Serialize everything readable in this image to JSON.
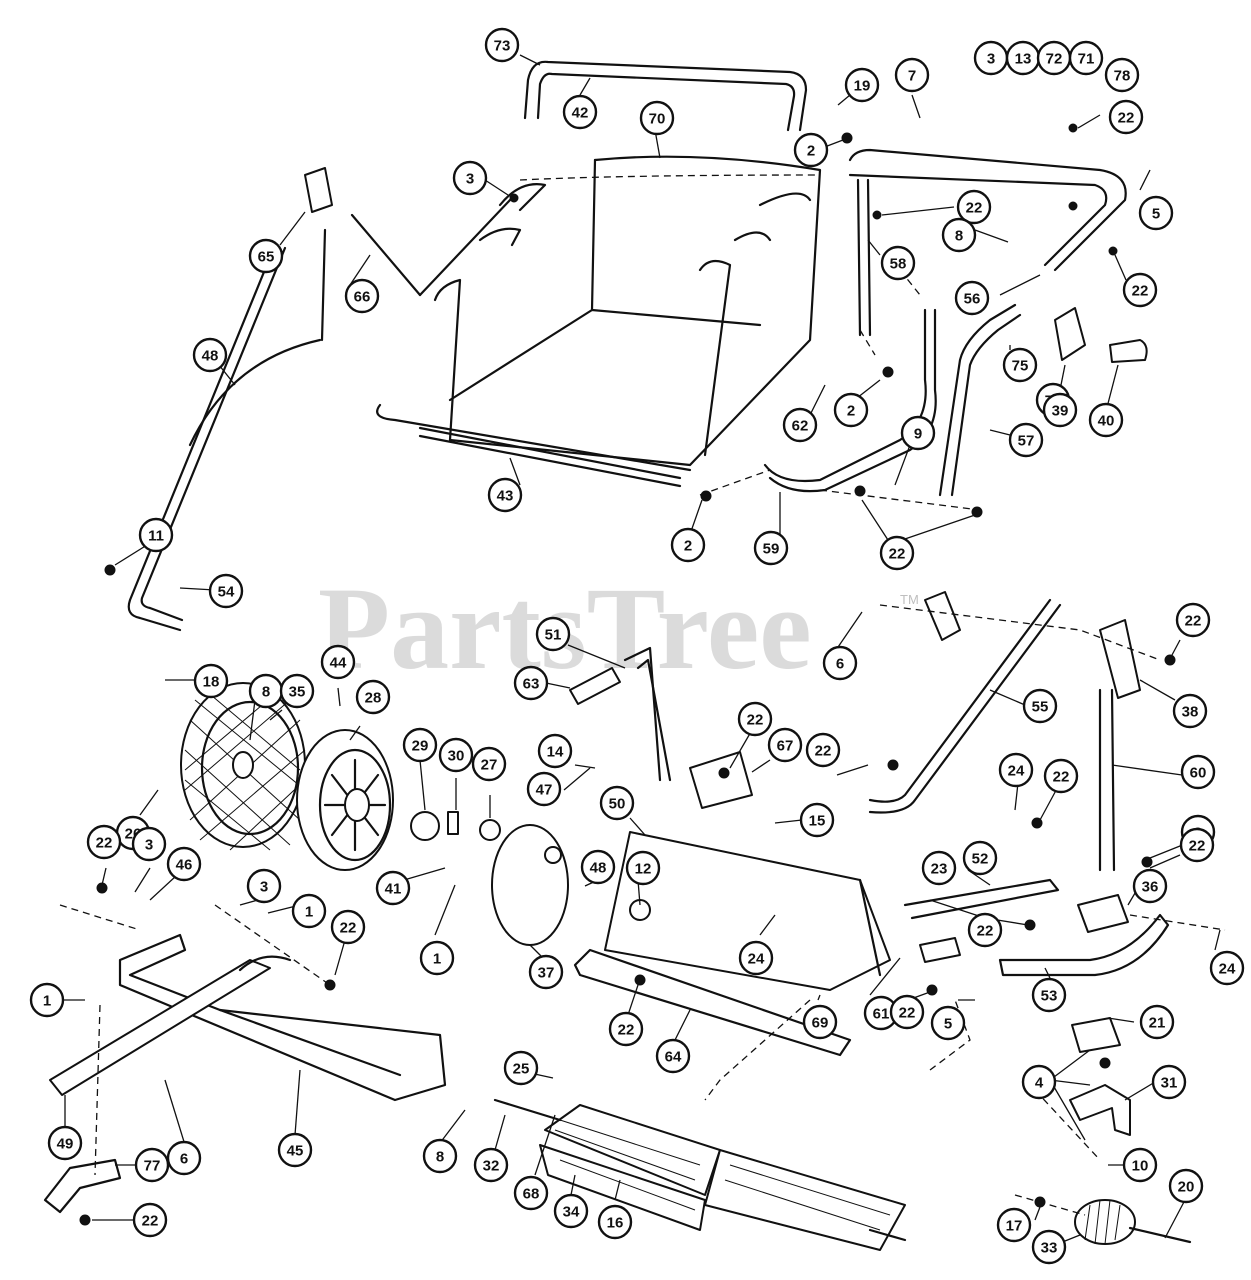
{
  "watermark": {
    "text": "PartsTree",
    "trademark": "TM"
  },
  "callouts": [
    {
      "label": "73"
    },
    {
      "label": "42"
    },
    {
      "label": "70"
    },
    {
      "label": "19"
    },
    {
      "label": "2"
    },
    {
      "label": "7"
    },
    {
      "label": "3"
    },
    {
      "label": "13"
    },
    {
      "label": "72"
    },
    {
      "label": "71"
    },
    {
      "label": "78"
    },
    {
      "label": "22"
    },
    {
      "label": "22"
    },
    {
      "label": "5"
    },
    {
      "label": "8"
    },
    {
      "label": "56"
    },
    {
      "label": "22"
    },
    {
      "label": "58"
    },
    {
      "label": "3"
    },
    {
      "label": "65"
    },
    {
      "label": "66"
    },
    {
      "label": "48"
    },
    {
      "label": "62"
    },
    {
      "label": "2"
    },
    {
      "label": "75"
    },
    {
      "label": "76"
    },
    {
      "label": "39"
    },
    {
      "label": "40"
    },
    {
      "label": "57"
    },
    {
      "label": "9"
    },
    {
      "label": "43"
    },
    {
      "label": "2"
    },
    {
      "label": "59"
    },
    {
      "label": "22"
    },
    {
      "label": "11"
    },
    {
      "label": "54"
    },
    {
      "label": "18"
    },
    {
      "label": "6"
    },
    {
      "label": "22"
    },
    {
      "label": "38"
    },
    {
      "label": "55"
    },
    {
      "label": "51"
    },
    {
      "label": "63"
    },
    {
      "label": "44"
    },
    {
      "label": "8"
    },
    {
      "label": "35"
    },
    {
      "label": "28"
    },
    {
      "label": "29"
    },
    {
      "label": "30"
    },
    {
      "label": "27"
    },
    {
      "label": "26"
    },
    {
      "label": "22"
    },
    {
      "label": "67"
    },
    {
      "label": "14"
    },
    {
      "label": "47"
    },
    {
      "label": "22"
    },
    {
      "label": "15"
    },
    {
      "label": "50"
    },
    {
      "label": "60"
    },
    {
      "label": "24"
    },
    {
      "label": "22"
    },
    {
      "label": "9"
    },
    {
      "label": "22"
    },
    {
      "label": "22"
    },
    {
      "label": "3"
    },
    {
      "label": "46"
    },
    {
      "label": "41"
    },
    {
      "label": "48"
    },
    {
      "label": "12"
    },
    {
      "label": "23"
    },
    {
      "label": "52"
    },
    {
      "label": "36"
    },
    {
      "label": "3"
    },
    {
      "label": "1"
    },
    {
      "label": "1"
    },
    {
      "label": "22"
    },
    {
      "label": "37"
    },
    {
      "label": "24"
    },
    {
      "label": "22"
    },
    {
      "label": "24"
    },
    {
      "label": "61"
    },
    {
      "label": "69"
    },
    {
      "label": "53"
    },
    {
      "label": "1"
    },
    {
      "label": "22"
    },
    {
      "label": "22"
    },
    {
      "label": "5"
    },
    {
      "label": "21"
    },
    {
      "label": "64"
    },
    {
      "label": "4"
    },
    {
      "label": "31"
    },
    {
      "label": "6"
    },
    {
      "label": "45"
    },
    {
      "label": "8"
    },
    {
      "label": "25"
    },
    {
      "label": "49"
    },
    {
      "label": "77"
    },
    {
      "label": "22"
    },
    {
      "label": "32"
    },
    {
      "label": "68"
    },
    {
      "label": "34"
    },
    {
      "label": "16"
    },
    {
      "label": "10"
    },
    {
      "label": "20"
    },
    {
      "label": "17"
    },
    {
      "label": "33"
    }
  ]
}
